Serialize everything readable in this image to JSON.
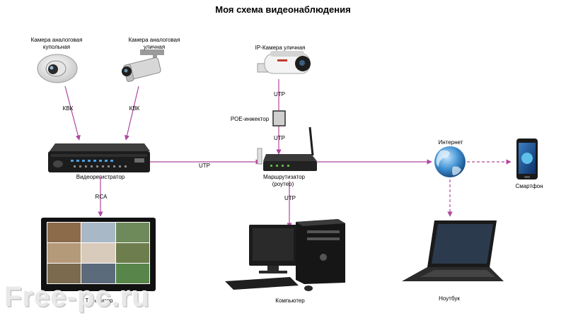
{
  "title": "Моя схема видеонаблюдения",
  "devices": {
    "dome_camera": "Камера аналоговая купольная",
    "bullet_camera": "Камера аналоговая уличная",
    "ip_camera": "IP-Камера уличная",
    "poe": "POE-инжектор",
    "dvr": "Видеорегистратор",
    "router": "Маршрутизатор (роутер)",
    "internet": "Интернет",
    "smartphone": "Смартфон",
    "tv": "Телевизор",
    "computer": "Компьютер",
    "laptop": "Ноутбук"
  },
  "links": {
    "kvk_1": "КВК",
    "kvk_2": "КВК",
    "utp_ip_cam": "UTP",
    "utp_poe": "UTP",
    "utp_dvr_router": "UTP",
    "utp_router_pc": "UTP",
    "rca": "RCA"
  },
  "line_color": "#b0479e",
  "watermark": "Free-pc.ru"
}
